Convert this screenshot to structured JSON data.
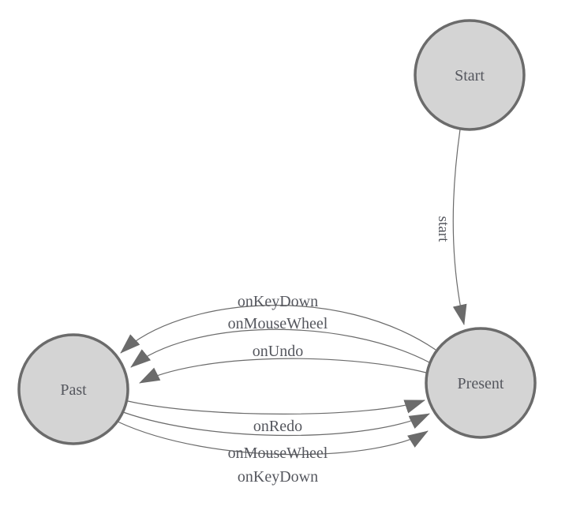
{
  "diagram": {
    "type": "state-machine",
    "colors": {
      "background": "#ffffff",
      "node_fill": "#d4d4d4",
      "node_stroke": "#6b6b6b",
      "edge": "#6b6b6b",
      "text": "#55575e"
    },
    "nodes": [
      {
        "id": "start",
        "label": "Start"
      },
      {
        "id": "present",
        "label": "Present"
      },
      {
        "id": "past",
        "label": "Past"
      }
    ],
    "edges": [
      {
        "from": "start",
        "to": "present",
        "label": "start"
      },
      {
        "from": "present",
        "to": "past",
        "label": "onKeyDown"
      },
      {
        "from": "present",
        "to": "past",
        "label": "onMouseWheel"
      },
      {
        "from": "present",
        "to": "past",
        "label": "onUndo"
      },
      {
        "from": "past",
        "to": "present",
        "label": "onRedo"
      },
      {
        "from": "past",
        "to": "present",
        "label": "onMouseWheel"
      },
      {
        "from": "past",
        "to": "present",
        "label": "onKeyDown"
      }
    ]
  }
}
